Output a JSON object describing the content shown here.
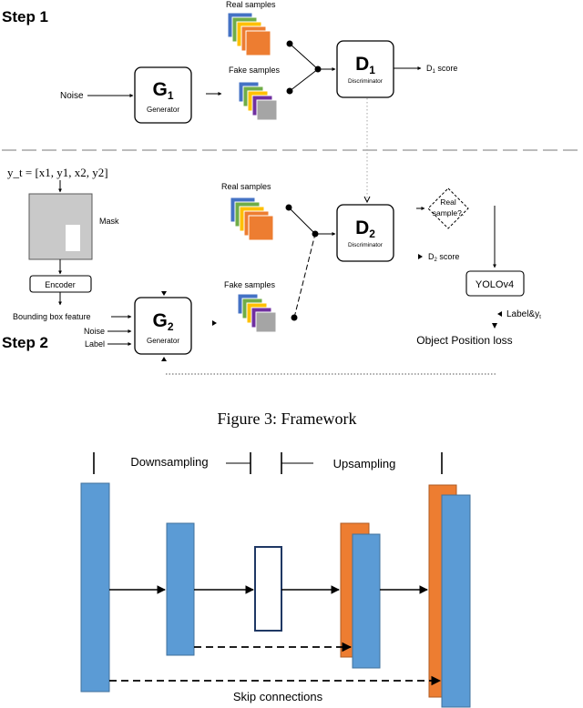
{
  "step1": {
    "heading": "Step 1",
    "noise_label": "Noise",
    "generator": {
      "letter": "G",
      "sub": "1",
      "caption": "Generator"
    },
    "real_samples": "Real samples",
    "fake_samples": "Fake samples",
    "discriminator": {
      "letter": "D",
      "sub": "1",
      "caption": "Discriminator"
    },
    "score": {
      "letter": "D",
      "sub": "1",
      "text": "score"
    }
  },
  "step2": {
    "heading": "Step 2",
    "yt_label": "y_t = [x1, y1, x2, y2]",
    "mask_label": "Mask",
    "encoder_label": "Encoder",
    "bbox_feature": "Bounding box feature",
    "noise_label": "Noise",
    "label_label": "Label",
    "generator": {
      "letter": "G",
      "sub": "2",
      "caption": "Generator"
    },
    "real_samples": "Real samples",
    "fake_samples": "Fake samples",
    "discriminator": {
      "letter": "D",
      "sub": "2",
      "caption": "Discriminator"
    },
    "real_sample_q": [
      "Real",
      "sample?."
    ],
    "score": {
      "letter": "D",
      "sub": "2",
      "text": "score"
    },
    "yolo": "YOLOv4",
    "label_yt": "Label&y",
    "label_yt_sub": "t",
    "object_loss": "Object Position loss"
  },
  "figure_caption": "Figure 3: Framework",
  "unet": {
    "downsampling": "Downsampling",
    "upsampling": "Upsampling",
    "skip_connections": "Skip connections"
  },
  "colors": {
    "real_stack": [
      "#4472c4",
      "#70ad47",
      "#ffc000",
      "#ed7d31",
      "#ed7d31"
    ],
    "fake_stack": [
      "#4472c4",
      "#70ad47",
      "#ffc000",
      "#7030a0",
      "#a5a5a5"
    ],
    "unet_blue": "#5b9bd5",
    "unet_orange": "#ed7d31",
    "mask_gray": "#c9c9c9",
    "dash_gray": "#a6a6a6"
  }
}
